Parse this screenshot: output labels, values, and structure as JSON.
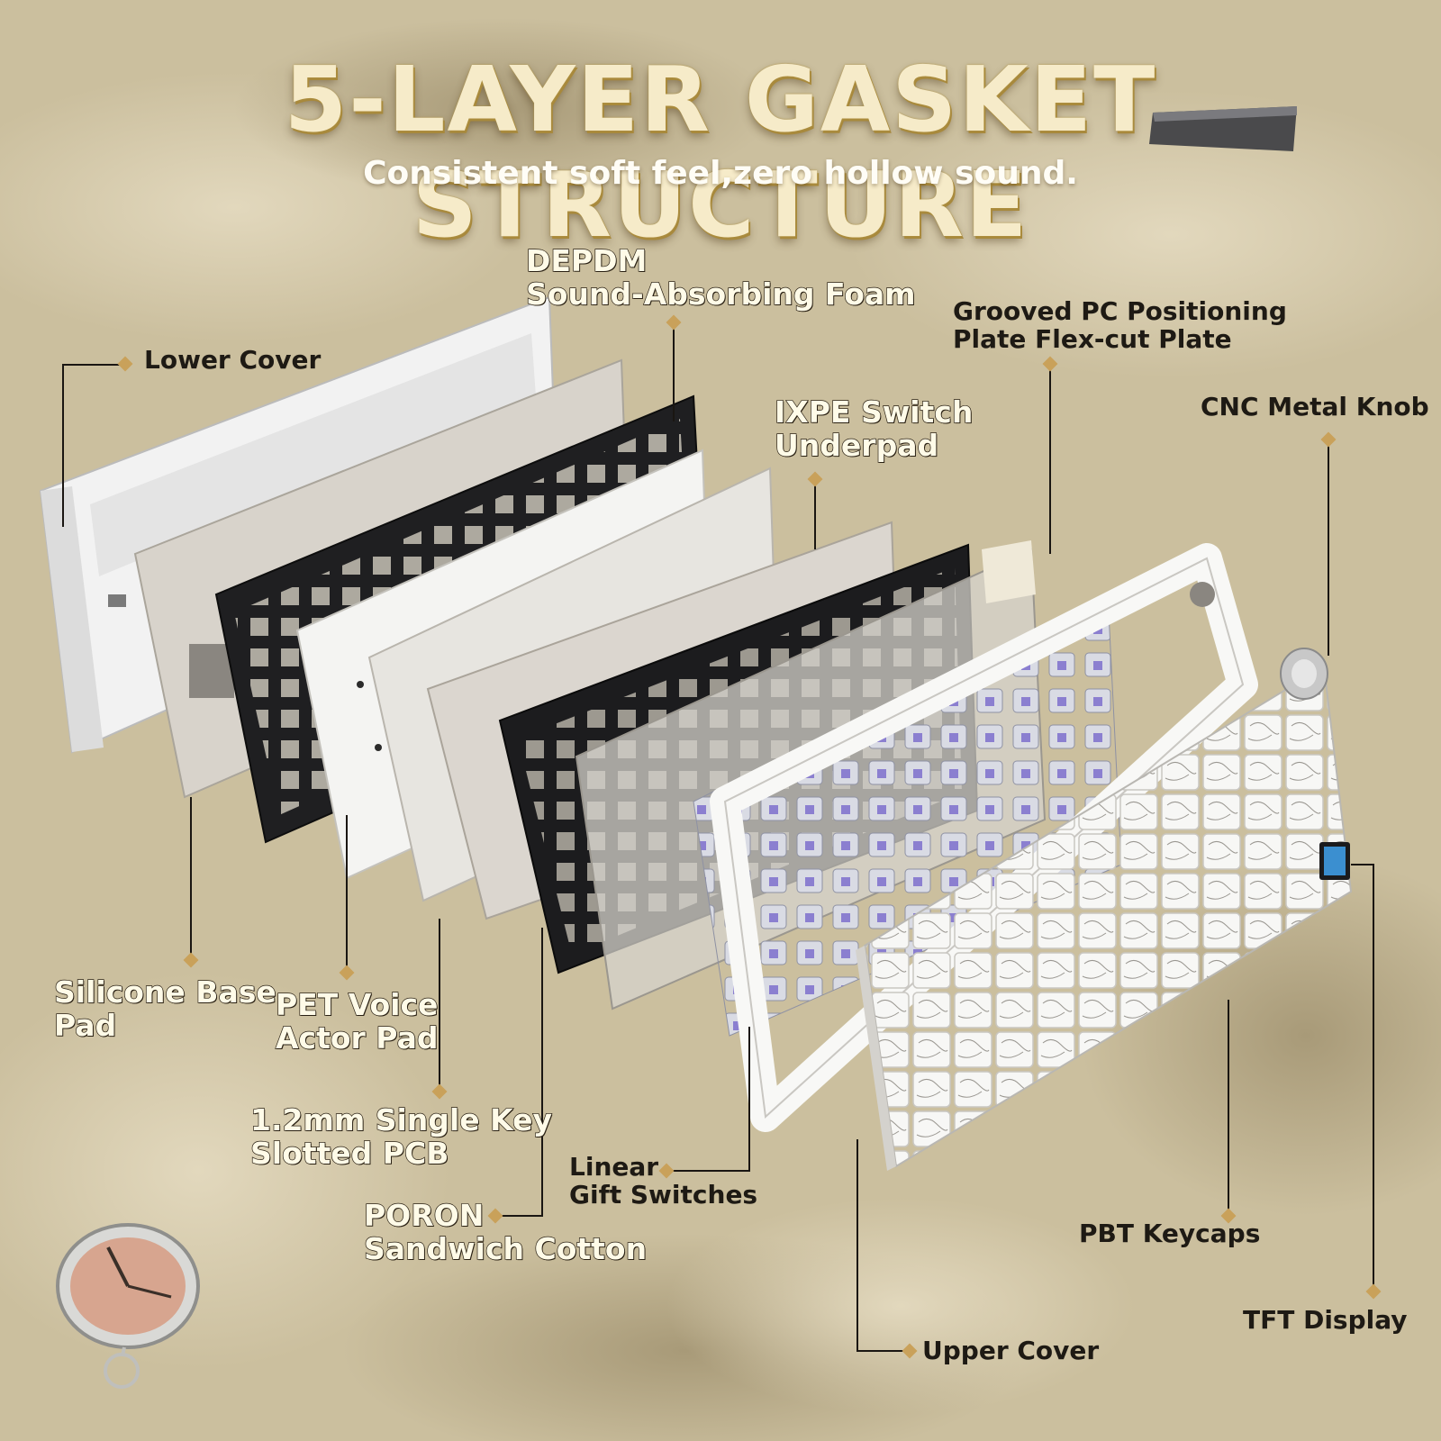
{
  "title": "5-LAYER GASKET STRUCTURE",
  "subtitle": "Consistent soft feel,zero hollow sound.",
  "callouts": {
    "lower_cover": "Lower Cover",
    "depdm_foam": "DEPDM\nSound-Absorbing Foam",
    "grooved_plate": "Grooved PC Positioning\nPlate Flex-cut Plate",
    "ixpe_underpad": "IXPE Switch\nUnderpad",
    "cnc_knob": "CNC Metal Knob",
    "silicone_base": "Silicone Base\nPad",
    "pet_pad": "PET Voice\nActor Pad",
    "pcb": "1.2mm Single Key\nSlotted PCB",
    "poron_cotton": "PORON\nSandwich Cotton",
    "linear_switches": "Linear\nGift Switches",
    "pbt_keycaps": "PBT Keycaps",
    "tft_display": "TFT Display",
    "upper_cover": "Upper Cover"
  },
  "colors": {
    "title_fill": "#f6ebc9",
    "title_shadow": "#a8893c",
    "leader_line": "#1a1612",
    "marker": "#c9a15a",
    "background": "#cbbf9e"
  },
  "icons": [
    "diamond-marker-icon",
    "compass-icon"
  ]
}
